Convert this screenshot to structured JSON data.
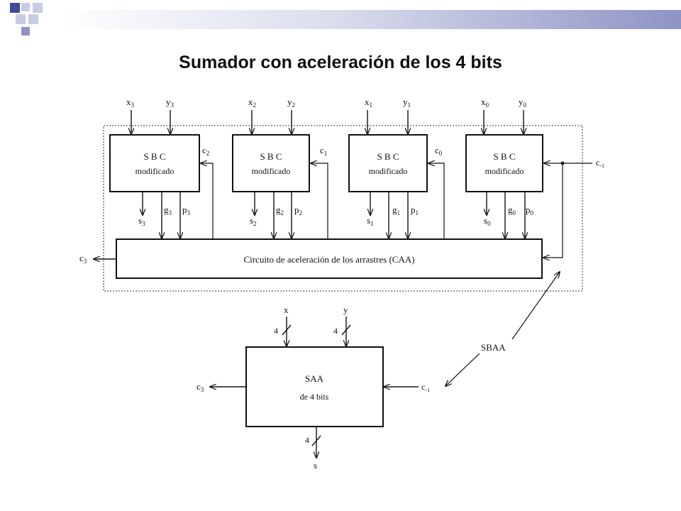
{
  "slide": {
    "title": "Sumador con aceleración de los 4 bits"
  },
  "colors": {
    "accent_light": "#c7cbe6",
    "accent_dark": "#40489c",
    "ink": "#111111"
  },
  "sbc_blocks": [
    {
      "line1": "S B C",
      "line2": "modificado",
      "x": "x",
      "xs": "3",
      "y": "y",
      "ys": "3",
      "s": "s",
      "ss": "3",
      "g": "g",
      "gs": "3",
      "p": "p",
      "ps": "3",
      "carry": "c",
      "carry_sub": "2"
    },
    {
      "line1": "S B C",
      "line2": "modificado",
      "x": "x",
      "xs": "2",
      "y": "y",
      "ys": "2",
      "s": "s",
      "ss": "2",
      "g": "g",
      "gs": "2",
      "p": "p",
      "ps": "2",
      "carry": "c",
      "carry_sub": "1"
    },
    {
      "line1": "S B C",
      "line2": "modificado",
      "x": "x",
      "xs": "1",
      "y": "y",
      "ys": "1",
      "s": "s",
      "ss": "1",
      "g": "g",
      "gs": "1",
      "p": "p",
      "ps": "1",
      "carry": "c",
      "carry_sub": "0"
    },
    {
      "line1": "S B C",
      "line2": "modificado",
      "x": "x",
      "xs": "0",
      "y": "y",
      "ys": "0",
      "s": "s",
      "ss": "0",
      "g": "g",
      "gs": "0",
      "p": "p",
      "ps": "0",
      "carry": "",
      "carry_sub": ""
    }
  ],
  "caa": {
    "label": "Circuito de aceleración de los arrastres (CAA)",
    "carry_out": "c",
    "carry_out_sub": "3",
    "carry_in": "c",
    "carry_in_sub": "-1"
  },
  "saa": {
    "line1": "SAA",
    "line2": "de 4 bits",
    "input_x": "x",
    "input_y": "y",
    "bus_x": "4",
    "bus_y": "4",
    "bus_s": "4",
    "output_s": "s",
    "carry_out": "c",
    "carry_out_sub": "3",
    "carry_in": "c",
    "carry_in_sub": "-1"
  },
  "callout": {
    "label": "SBAA"
  }
}
